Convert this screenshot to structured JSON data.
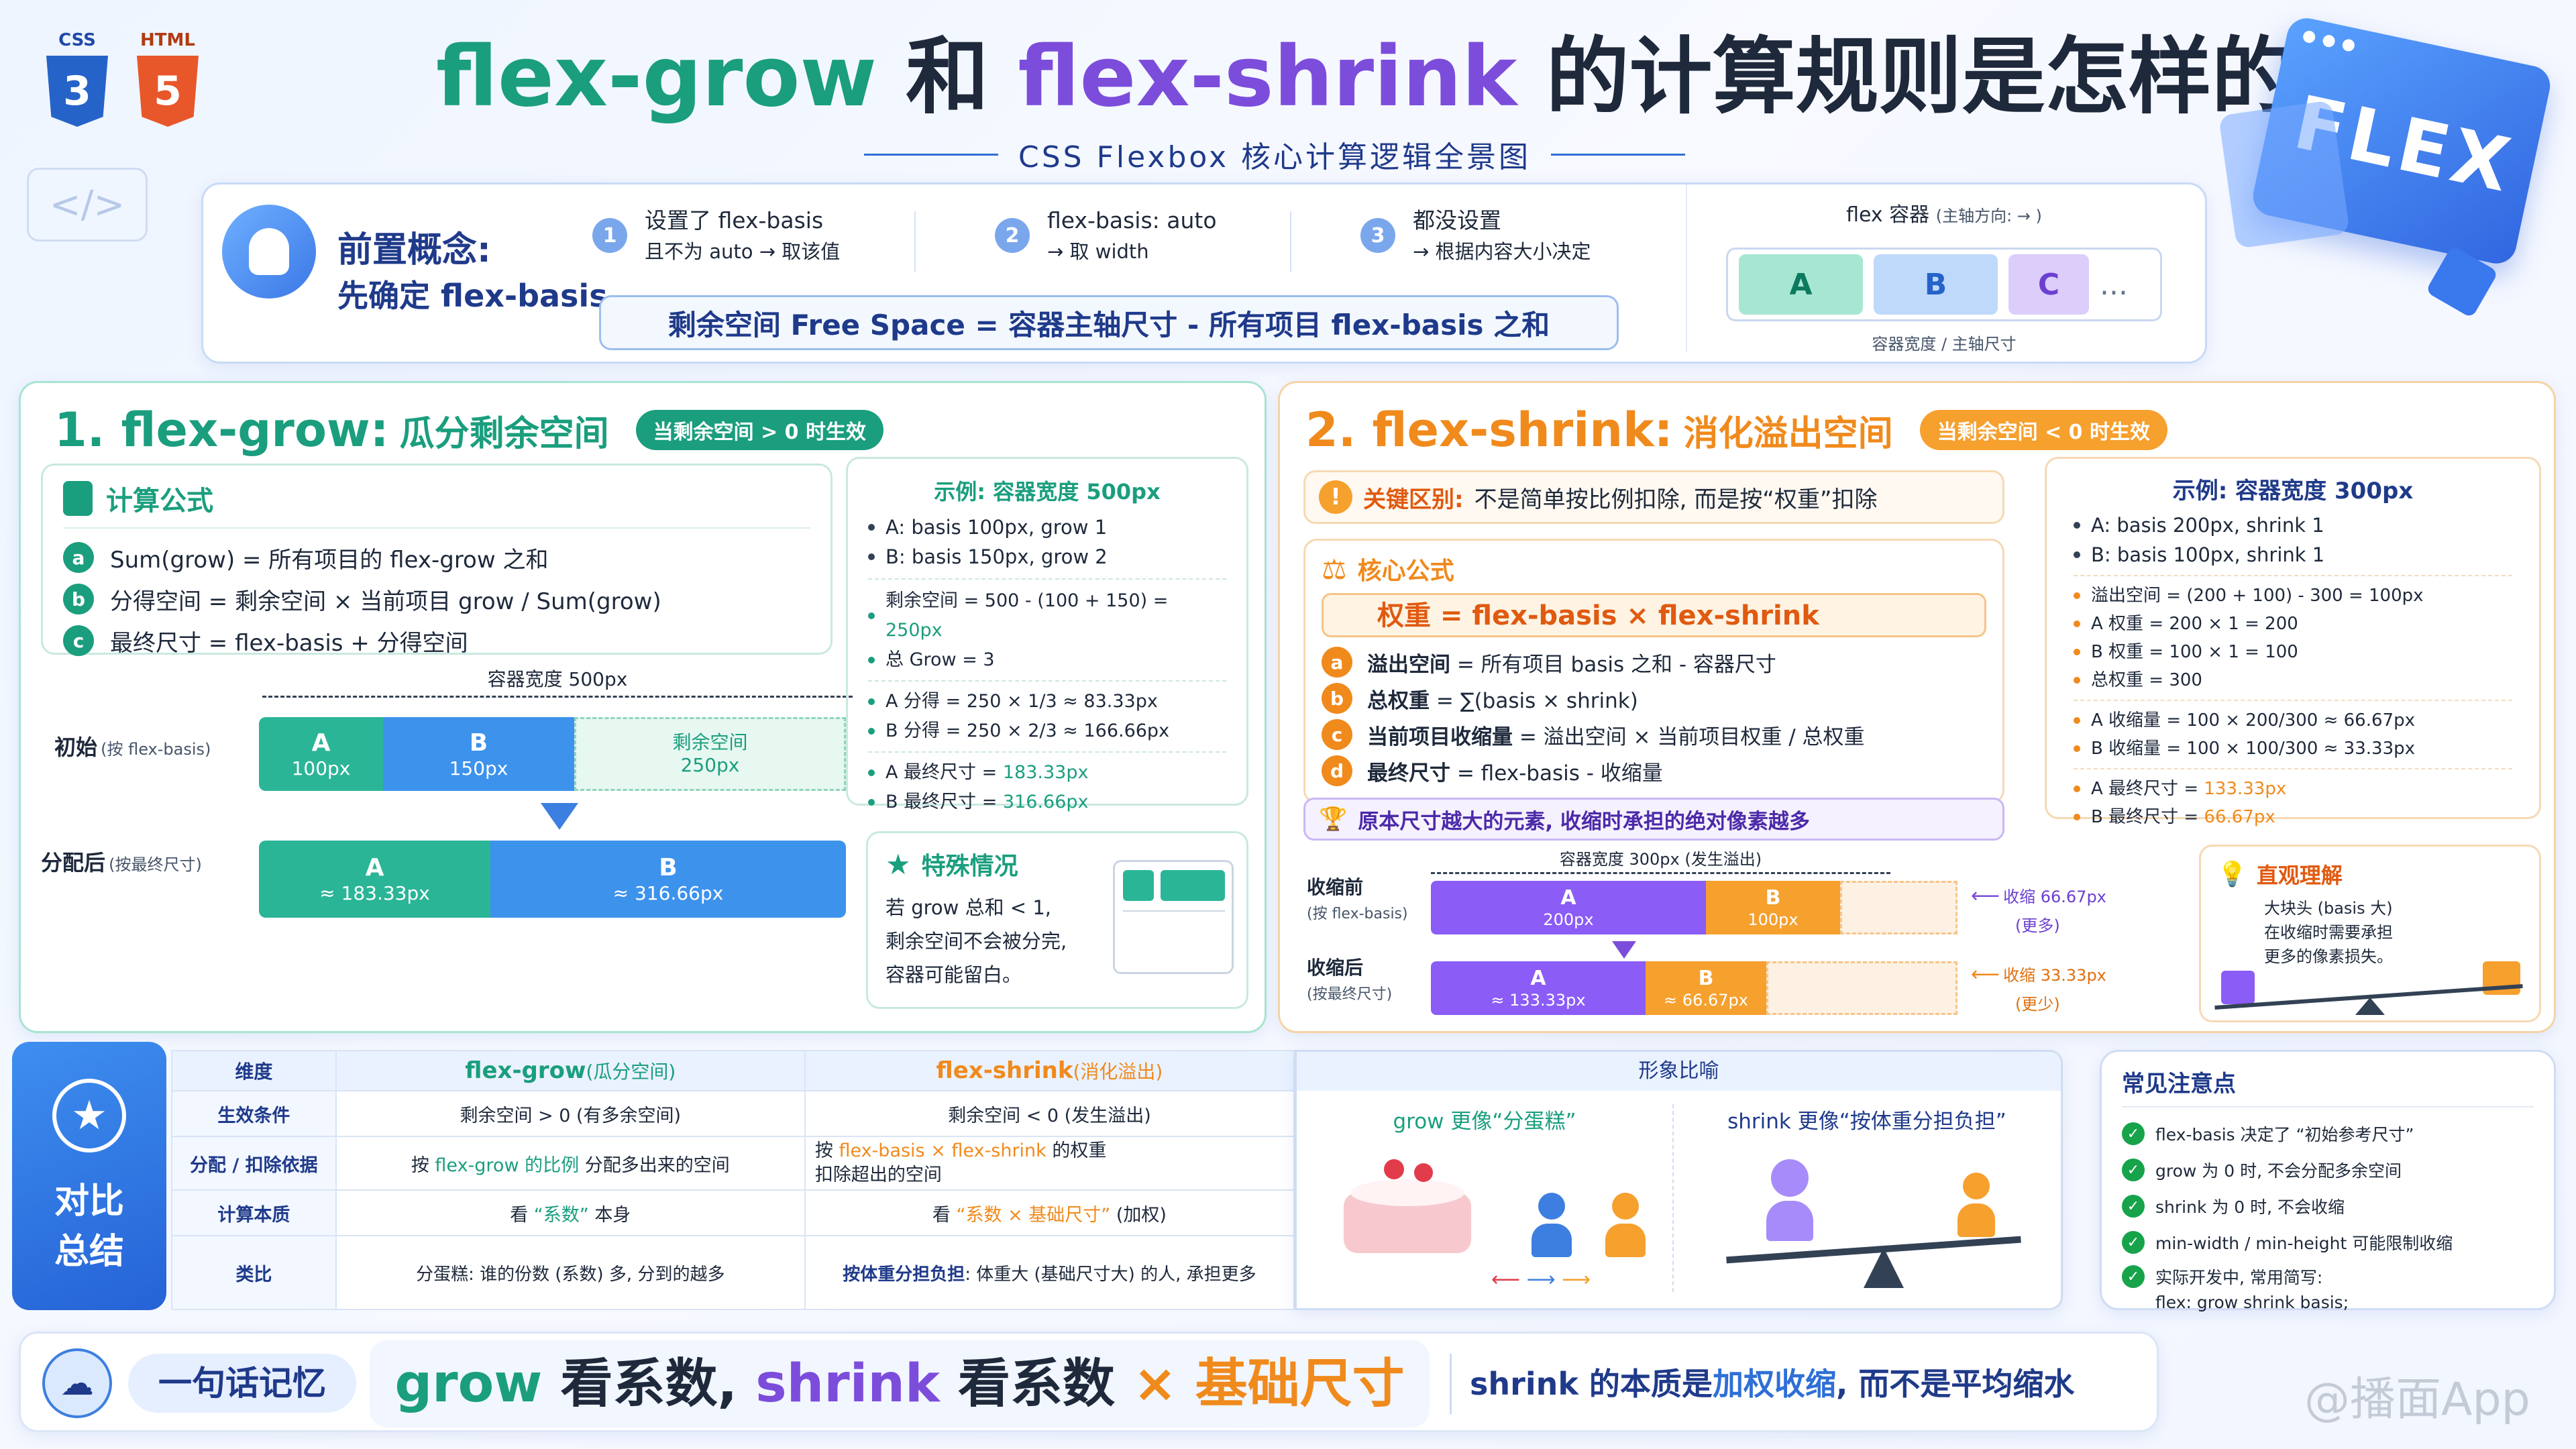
{
  "header": {
    "title_part1": "flex-grow",
    "title_part2": " 和 ",
    "title_part3": "flex-shrink",
    "title_part4": " 的计算规则是怎样的?",
    "subtitle": "CSS Flexbox 核心计算逻辑全景图",
    "css_badge": "CSS",
    "html_badge": "HTML",
    "flex_badge": "FLEX"
  },
  "pre": {
    "title_line1": "前置概念:",
    "title_line2": "先确定 flex-basis",
    "steps": [
      {
        "num": "1",
        "line1": "设置了 flex-basis",
        "line2": "且不为 auto → 取该值"
      },
      {
        "num": "2",
        "line1": "flex-basis: auto",
        "line2": "→ 取 width"
      },
      {
        "num": "3",
        "line1": "都没设置",
        "line2": "→ 根据内容大小决定"
      }
    ],
    "formula": "剩余空间 Free Space = 容器主轴尺寸 - 所有项目 flex-basis 之和",
    "container_label": "flex 容器",
    "container_hint": "(主轴方向: → )",
    "items": [
      "A",
      "B",
      "C",
      "..."
    ],
    "width_label": "容器宽度 / 主轴尺寸"
  },
  "grow": {
    "title": "1. flex-grow:",
    "title_cn": "瓜分剩余空间",
    "badge": "当剩余空间 > 0 时生效",
    "formula_title": "计算公式",
    "formulas": [
      {
        "letter": "a",
        "text": "Sum(grow) = 所有项目的 flex-grow 之和"
      },
      {
        "letter": "b",
        "text": "分得空间 = 剩余空间 × 当前项目 grow / Sum(grow)"
      },
      {
        "letter": "c",
        "text": "最终尺寸 = flex-basis + 分得空间"
      }
    ],
    "container_label": "容器宽度 500px",
    "initial_label": "初始",
    "initial_hint": "(按 flex-basis)",
    "after_label": "分配后",
    "after_hint": "(按最终尺寸)",
    "bar_a_name": "A",
    "bar_a_val": "100px",
    "bar_b_name": "B",
    "bar_b_val": "150px",
    "bar_free_name": "剩余空间",
    "bar_free_val": "250px",
    "final_a_name": "A",
    "final_a_val": "≈ 183.33px",
    "final_b_name": "B",
    "final_b_val": "≈ 316.66px",
    "example_title": "示例: 容器宽度 500px",
    "example_items": [
      "A: basis 100px, grow 1",
      "B: basis 150px, grow 2"
    ],
    "calc1_label": "剩余空间 = 500 - (100 + 150) = ",
    "calc1_value": "250px",
    "calc2": "总 Grow = 3",
    "calc3": "A 分得 = 250 × 1/3 ≈ 83.33px",
    "calc4": "B 分得 = 250 × 2/3 ≈ 166.66px",
    "calc5_label": "A 最终尺寸 = ",
    "calc5_value": "183.33px",
    "calc6_label": "B 最终尺寸 = ",
    "calc6_value": "316.66px",
    "special_title": "特殊情况",
    "special_lines": [
      "若 grow 总和 < 1,",
      "剩余空间不会被分完,",
      "容器可能留白。"
    ]
  },
  "shrink": {
    "title": "2. flex-shrink:",
    "title_cn": "消化溢出空间",
    "badge": "当剩余空间 < 0 时生效",
    "key_label": "关键区别:",
    "key_text": "不是简单按比例扣除, 而是按“权重”扣除",
    "core_title": "核心公式",
    "weight_formula": "权重 = flex-basis × flex-shrink",
    "formulas": [
      {
        "letter": "a",
        "bold": "溢出空间",
        "text": " = 所有项目 basis 之和 - 容器尺寸"
      },
      {
        "letter": "b",
        "bold": "总权重",
        "text": " = ∑(basis × shrink)"
      },
      {
        "letter": "c",
        "bold": "当前项目收缩量",
        "text": " = 溢出空间 × 当前项目权重 / 总权重"
      },
      {
        "letter": "d",
        "bold": "最终尺寸",
        "text": " = flex-basis - 收缩量"
      }
    ],
    "note": "原本尺寸越大的元素, 收缩时承担的绝对像素越多",
    "container_label": "容器宽度 300px (发生溢出)",
    "before_label": "收缩前",
    "before_hint": "(按 flex-basis)",
    "after_label": "收缩后",
    "after_hint": "(按最终尺寸)",
    "bar_a_name": "A",
    "bar_a_val": "200px",
    "bar_b_name": "B",
    "bar_b_val": "100px",
    "final_a_name": "A",
    "final_a_val": "≈ 133.33px",
    "final_b_name": "B",
    "final_b_val": "≈ 66.67px",
    "shrink_a": "收缩 66.67px",
    "shrink_a_more": "(更多)",
    "shrink_b": "收缩 33.33px",
    "shrink_b_less": "(更少)",
    "example_title": "示例: 容器宽度 300px",
    "example_items": [
      "A: basis 200px, shrink 1",
      "B: basis 100px, shrink 1"
    ],
    "calcs1": [
      "溢出空间 = (200 + 100) - 300 = 100px",
      "A 权重 = 200 × 1 = 200",
      "B 权重 = 100 × 1 = 100",
      "总权重 = 300"
    ],
    "calcs2": [
      "A 收缩量 = 100 × 200/300 ≈ 66.67px",
      "B 收缩量 = 100 × 100/300 ≈ 33.33px"
    ],
    "calc_a_label": "A 最终尺寸 = ",
    "calc_a_value": "133.33px",
    "calc_b_label": "B 最终尺寸 = ",
    "calc_b_value": "66.67px",
    "intuition_title": "直观理解",
    "intuition_lines": [
      "大块头 (basis 大)",
      "在收缩时需要承担",
      "更多的像素损失。"
    ]
  },
  "summary": {
    "label_line1": "对比",
    "label_line2": "总结",
    "headers": [
      "维度",
      "flex-grow",
      "(瓜分空间)",
      "flex-shrink",
      "(消化溢出)"
    ],
    "rows": [
      {
        "dim": "生效条件",
        "grow": "剩余空间 > 0 (有多余空间)",
        "shrink": "剩余空间 < 0 (发生溢出)"
      },
      {
        "dim": "分配 / 扣除依据",
        "grow_pre": "按 ",
        "grow_hl": "flex-grow 的比例",
        "grow_post": " 分配多出来的空间",
        "shrink_pre": "按 ",
        "shrink_hl": "flex-basis × flex-shrink",
        "shrink_post": " 的权重",
        "shrink_line2": "扣除超出的空间"
      },
      {
        "dim": "计算本质",
        "grow_pre": "看 ",
        "grow_hl": "“系数”",
        "grow_post": " 本身",
        "shrink_pre": "看 ",
        "shrink_hl": "“系数 × 基础尺寸”",
        "shrink_post": " (加权)"
      },
      {
        "dim": "类比",
        "grow": "分蛋糕: 谁的份数 (系数) 多, 分到的越多",
        "shrink_hl": "按体重分担负担",
        "shrink_post": ": 体重大 (基础尺寸大) 的人, 承担更多"
      }
    ],
    "metaphor_title": "形象比喻",
    "metaphor_grow": "grow 更像“分蛋糕”",
    "metaphor_shrink": "shrink 更像“按体重分担负担”"
  },
  "tips": {
    "title": "常见注意点",
    "items": [
      "flex-basis 决定了 “初始参考尺寸”",
      "grow 为 0 时, 不会分配多余空间",
      "shrink 为 0 时, 不会收缩",
      "min-width / min-height 可能限制收缩",
      "实际开发中, 常用简写:"
    ],
    "shorthand": "flex: grow shrink basis; "
  },
  "memo": {
    "label": "一句话记忆",
    "part1": "grow",
    "part2": " 看系数, ",
    "part3": "shrink",
    "part4": " 看系数 ",
    "part5": "× 基础尺寸",
    "note_pre": "shrink 的本质是",
    "note_hl": "加权收缩",
    "note_post": ", 而不是平均缩水"
  },
  "watermark": "@播面App",
  "colors": {
    "green": "#1a9e7e",
    "purple": "#7c4ddb",
    "blue": "#2f6fd6",
    "orange": "#f08a1c",
    "bar_teal": "#2bb597",
    "bar_blue": "#3d92ec",
    "bar_purple": "#8b5cf6",
    "bar_orange": "#f6a02e"
  }
}
